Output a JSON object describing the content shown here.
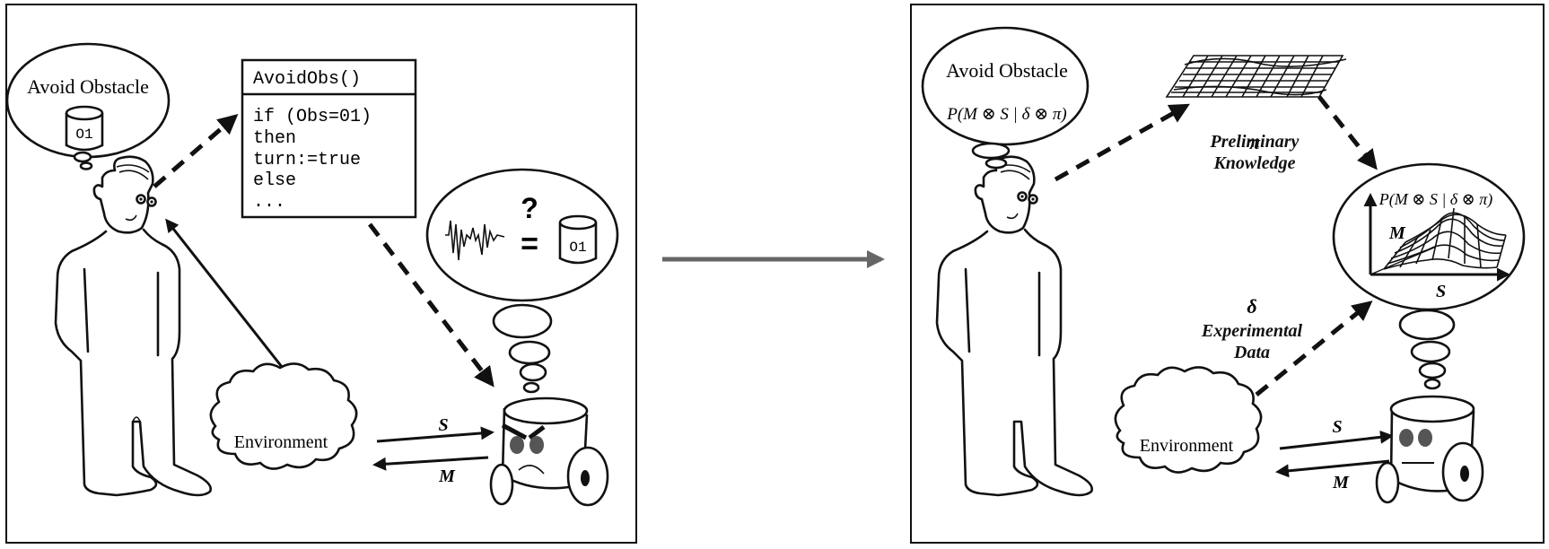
{
  "left_panel": {
    "thought_title": "Avoid Obstacle",
    "thought_object": "O1",
    "code_box": {
      "header": "AvoidObs()",
      "lines": [
        "if (Obs=01)",
        "then",
        "turn:=true",
        "else",
        "..."
      ]
    },
    "robot_thought": {
      "question": "?",
      "equals": "=",
      "object": "O1"
    },
    "environment": "Environment",
    "sensor_label": "S",
    "motor_label": "M"
  },
  "right_panel": {
    "thought_title": "Avoid Obstacle",
    "thought_formula": "P(M ⊗ S | δ ⊗ π)",
    "pi_symbol": "π",
    "prelim_line1": "Preliminary",
    "prelim_line2": "Knowledge",
    "delta_symbol": "δ",
    "exp_line1": "Experimental",
    "exp_line2": "Data",
    "plot_formula": "P(M ⊗ S | δ ⊗ π)",
    "plot_axis_m": "M",
    "plot_axis_s": "S",
    "environment": "Environment",
    "sensor_label": "S",
    "motor_label": "M"
  }
}
